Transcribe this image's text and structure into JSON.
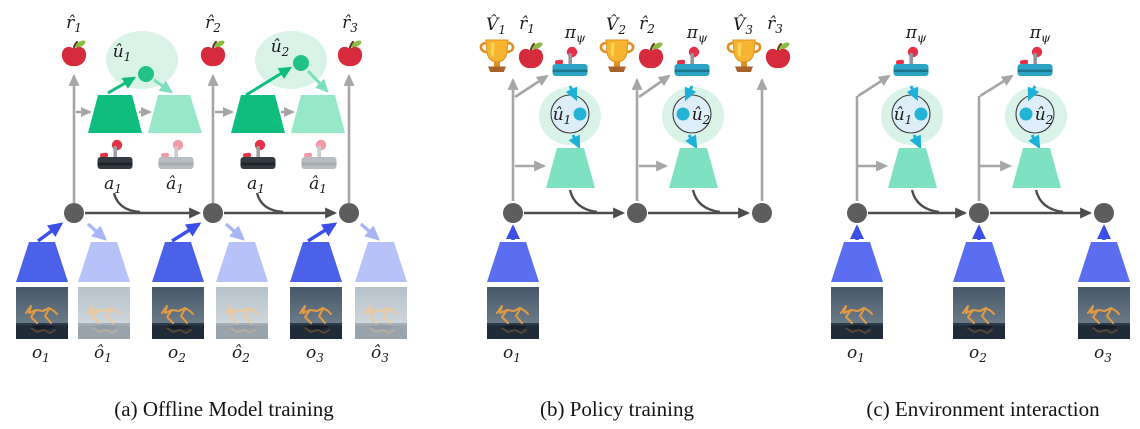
{
  "figure": {
    "type": "rl-world-model-schematic",
    "panel_count": 3
  },
  "captions": {
    "a": "(a) Offline Model training",
    "b": "(b) Policy training",
    "c": "(c) Environment interaction"
  },
  "labels": {
    "a": {
      "rewards": [
        {
          "main": "r̂",
          "sub": "1"
        },
        {
          "main": "r̂",
          "sub": "2"
        },
        {
          "main": "r̂",
          "sub": "3"
        }
      ],
      "latents": [
        {
          "main": "û",
          "sub": "1"
        },
        {
          "main": "û",
          "sub": "2"
        }
      ],
      "actions": [
        {
          "main": "a",
          "sub": "1"
        },
        {
          "main": "â",
          "sub": "1"
        },
        {
          "main": "a",
          "sub": "1"
        },
        {
          "main": "â",
          "sub": "1"
        }
      ],
      "obs": [
        {
          "main": "o",
          "sub": "1"
        },
        {
          "main": "ô",
          "sub": "1"
        },
        {
          "main": "o",
          "sub": "2"
        },
        {
          "main": "ô",
          "sub": "2"
        },
        {
          "main": "o",
          "sub": "3"
        },
        {
          "main": "ô",
          "sub": "3"
        }
      ]
    },
    "b": {
      "values": [
        {
          "main": "V̂",
          "sub": "1"
        },
        {
          "main": "V̂",
          "sub": "2"
        },
        {
          "main": "V̂",
          "sub": "3"
        }
      ],
      "rewards": [
        {
          "main": "r̂",
          "sub": "1"
        },
        {
          "main": "r̂",
          "sub": "2"
        },
        {
          "main": "r̂",
          "sub": "3"
        }
      ],
      "policies": [
        {
          "main": "π",
          "sub": "ψ"
        },
        {
          "main": "π",
          "sub": "ψ"
        }
      ],
      "latents": [
        {
          "main": "û",
          "sub": "1"
        },
        {
          "main": "û",
          "sub": "2"
        }
      ],
      "obs": [
        {
          "main": "o",
          "sub": "1"
        }
      ]
    },
    "c": {
      "policies": [
        {
          "main": "π",
          "sub": "ψ"
        },
        {
          "main": "π",
          "sub": "ψ"
        }
      ],
      "latents": [
        {
          "main": "û",
          "sub": "1"
        },
        {
          "main": "û",
          "sub": "2"
        }
      ],
      "obs": [
        {
          "main": "o",
          "sub": "1"
        },
        {
          "main": "o",
          "sub": "2"
        },
        {
          "main": "o",
          "sub": "3"
        }
      ]
    }
  },
  "icons": {
    "reward": "apple-icon",
    "value": "trophy-icon",
    "action": "joystick-icon",
    "policy": "teal-joystick-icon",
    "state": "state-node-circle",
    "observation": "robot-observation-image"
  },
  "colors": {
    "encoder_blue": "#4c61e9",
    "encoder_blue_bc": "#5b6ef1",
    "decoder_blue_light": "#b7c3f8",
    "arrow_blue": "#3c50e8",
    "arrow_blue_light": "#a8b6f7",
    "model_green_dark": "#0fbe7e",
    "model_green_light": "#97e8c8",
    "model_mint": "#7ee2c2",
    "latent_ellipse_green": "#d9f3e8",
    "latent_dot_green": "#21c287",
    "latent_circle_fill": "#dceef7",
    "cyan_arrow": "#1db0d8",
    "teal_joystick": "#2da4c6",
    "state_gray": "#5d5d5d",
    "arrow_dark": "#4c4c4c",
    "arrow_gray": "#a6a6a6",
    "apple_red": "#d62b3c",
    "leaf_green": "#8cbb44",
    "trophy_gold": "#f7b52f",
    "trophy_base": "#a9622c",
    "background": "#ffffff"
  }
}
